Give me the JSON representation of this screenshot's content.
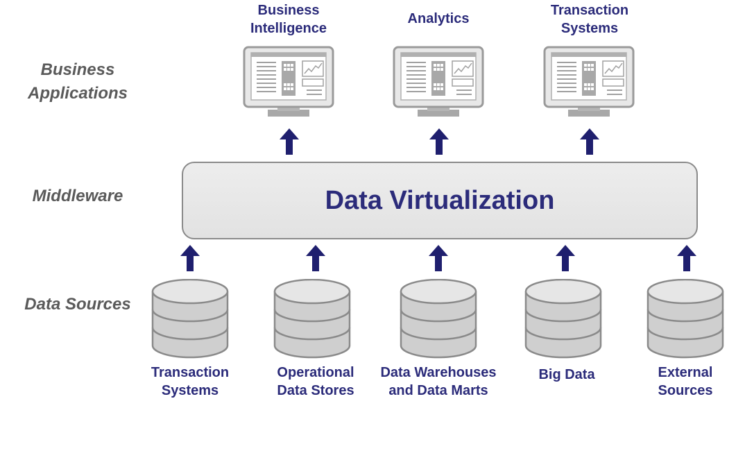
{
  "layers": {
    "business_applications": "Business Applications",
    "middleware": "Middleware",
    "data_sources": "Data Sources"
  },
  "applications": [
    {
      "line1": "Business",
      "line2": "Intelligence"
    },
    {
      "line1": "Analytics",
      "line2": ""
    },
    {
      "line1": "Transaction",
      "line2": "Systems"
    }
  ],
  "middleware_title": "Data Virtualization",
  "sources": [
    {
      "line1": "Transaction",
      "line2": "Systems"
    },
    {
      "line1": "Operational",
      "line2": "Data Stores"
    },
    {
      "line1": "Data Warehouses",
      "line2": "and Data Marts"
    },
    {
      "line1": "Big Data",
      "line2": ""
    },
    {
      "line1": "External",
      "line2": "Sources"
    }
  ],
  "colors": {
    "accent": "#2b2b7a",
    "arrow": "#1f1f6e",
    "gray": "#8a8a8a"
  }
}
